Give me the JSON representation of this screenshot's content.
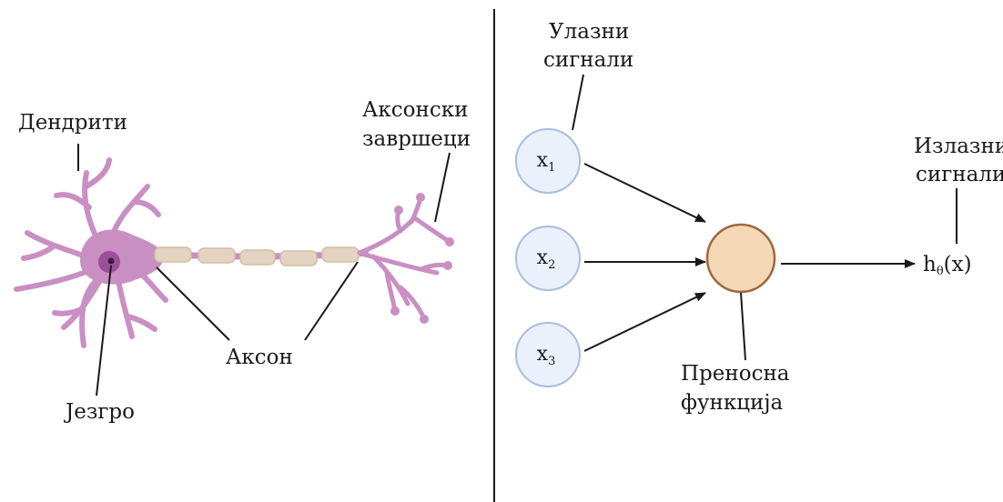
{
  "neuron": {
    "dendrites_label": "Дендрити",
    "nucleus_label": "Језгро",
    "axon_label": "Аксон",
    "axon_terminals_label_line1": "Аксонски",
    "axon_terminals_label_line2": "завршеци"
  },
  "network": {
    "input_signals_line1": "Улазни",
    "input_signals_line2": "сигнали",
    "inputs": [
      {
        "var": "x",
        "sub": "1"
      },
      {
        "var": "x",
        "sub": "2"
      },
      {
        "var": "x",
        "sub": "3"
      }
    ],
    "transfer_function_line1": "Преносна",
    "transfer_function_line2": "функција",
    "output_signals_line1": "Излазни",
    "output_signals_line2": "сигнали",
    "output_h": "h",
    "output_sub": "θ",
    "output_arg": "(x)"
  },
  "colors": {
    "neuron": "#c98fc3",
    "nucleus": "#9c4f99",
    "nucleus_core": "#3a1f44",
    "myelin": "#e4d3c1",
    "input_fill": "#ebf1fb",
    "input_stroke": "#a7bee2",
    "node_fill": "#f4d8b5",
    "node_stroke": "#a0663e"
  }
}
